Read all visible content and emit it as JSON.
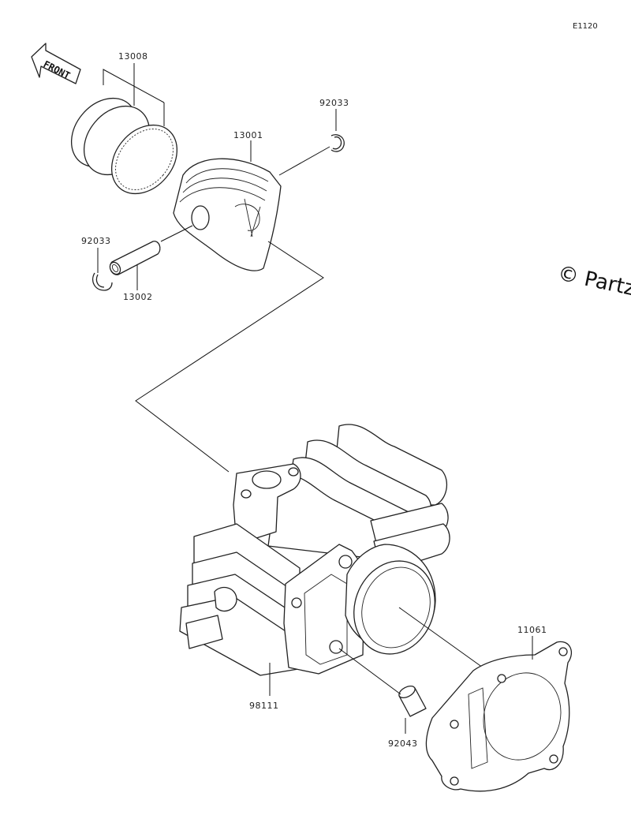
{
  "diagram_code": "E1120",
  "watermark": "© Partzilla",
  "front_label": "FRONT",
  "parts": {
    "rings": "13008",
    "piston": "13001",
    "clip_right": "92033",
    "clip_left": "92033",
    "piston_pin": "13002",
    "cylinder": "98111",
    "gasket": "11061",
    "dowel": "92043"
  }
}
